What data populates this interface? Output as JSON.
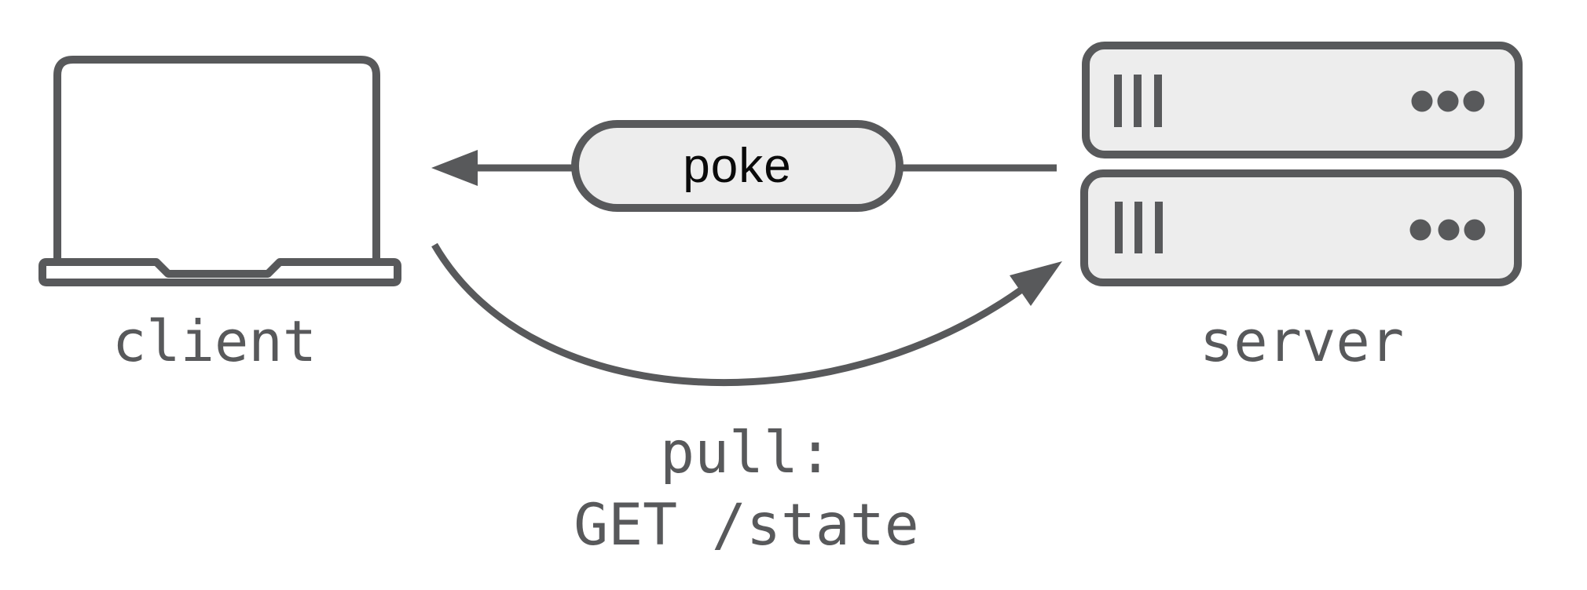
{
  "diagram": {
    "background_color": "#ffffff",
    "stroke_color": "#58595b",
    "shape_fill_color": "#ededed",
    "label_color": "#58595b",
    "poke_text_color": "#0a0a0a",
    "client": {
      "label": "client",
      "icon": "laptop-icon"
    },
    "server": {
      "label": "server",
      "icon": "server-rack-icon",
      "rack_count": 2
    },
    "edges": {
      "poke": {
        "label": "poke",
        "from": "server",
        "to": "client",
        "style": "straight-arrow-left"
      },
      "pull": {
        "label_line1": "pull:",
        "label_line2": "GET /state",
        "from": "client",
        "to": "server",
        "style": "curved-arrow-right"
      }
    }
  }
}
